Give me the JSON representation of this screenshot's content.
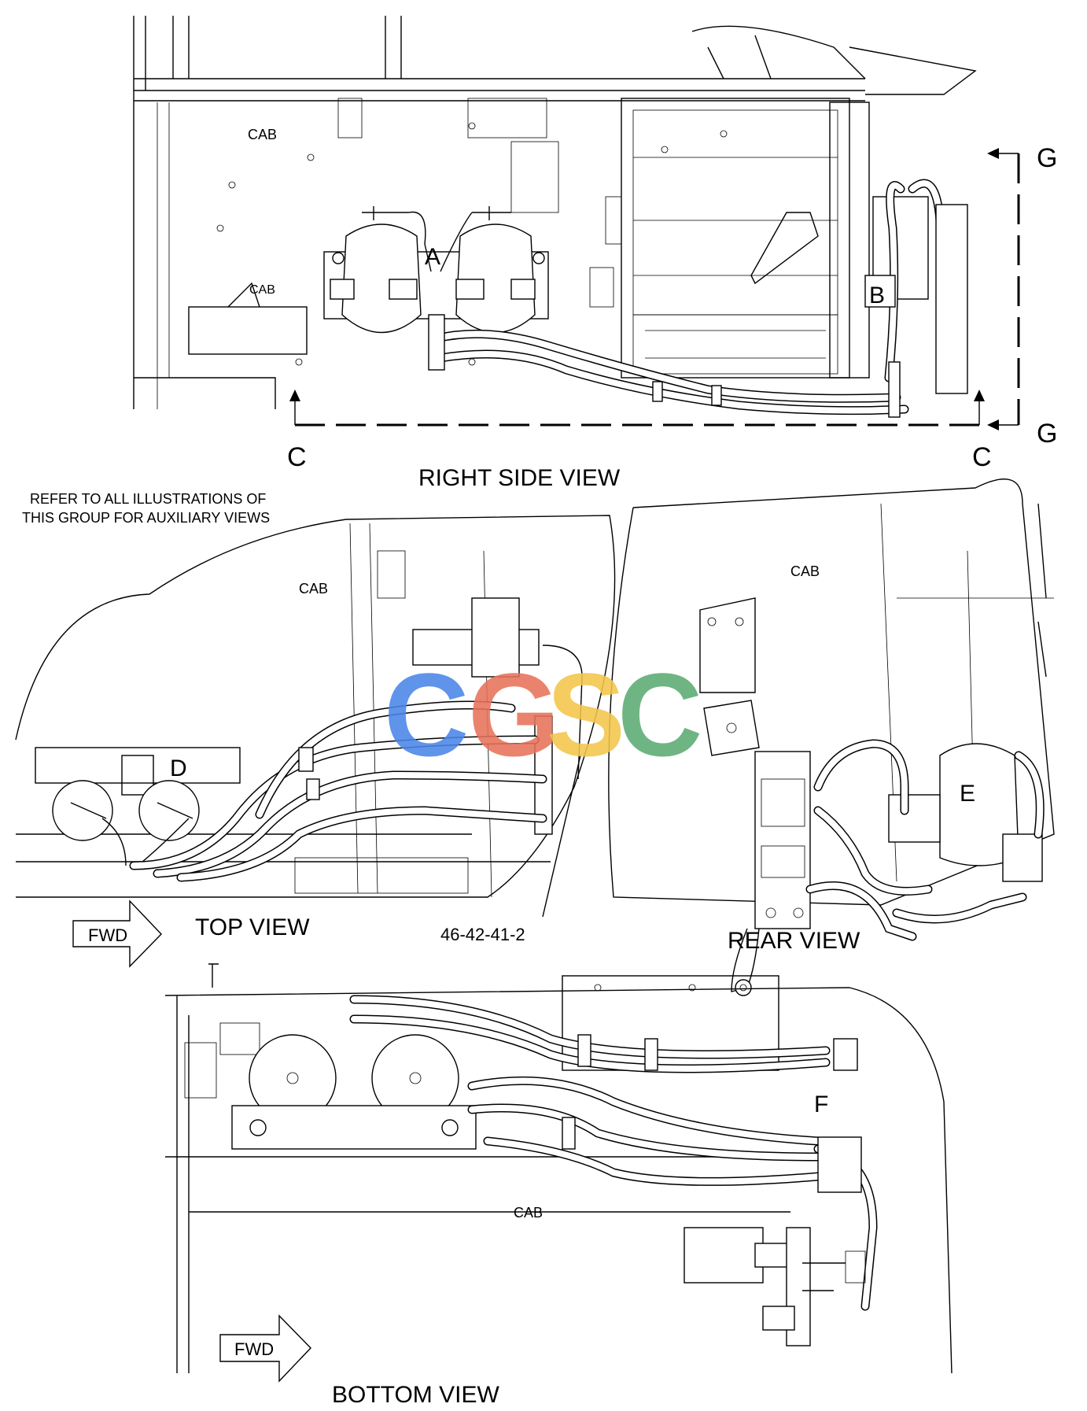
{
  "views": {
    "right_side": {
      "title": "RIGHT SIDE VIEW",
      "cab": "CAB",
      "cab_lower": "CAB",
      "callout_a": "A",
      "callout_b": "B"
    },
    "top": {
      "title": "TOP VIEW",
      "cab": "CAB",
      "callout_d": "D",
      "fwd": "FWD",
      "part_number": "46-42-41-2"
    },
    "rear": {
      "title": "REAR VIEW",
      "cab": "CAB",
      "callout_e": "E"
    },
    "bottom": {
      "title": "BOTTOM VIEW",
      "cab": "CAB",
      "callout_f": "F",
      "fwd": "FWD"
    }
  },
  "section_markers": {
    "g_top": "G",
    "g_bottom": "G",
    "c_left": "C",
    "c_right": "C"
  },
  "note": {
    "line1": "REFER TO ALL ILLUSTRATIONS OF",
    "line2": "THIS GROUP FOR AUXILIARY VIEWS"
  },
  "watermark": {
    "letters": [
      "C",
      "G",
      "S",
      "C"
    ],
    "colors": [
      "#4a86e8",
      "#e8735a",
      "#f3c64b",
      "#5bab72"
    ]
  }
}
